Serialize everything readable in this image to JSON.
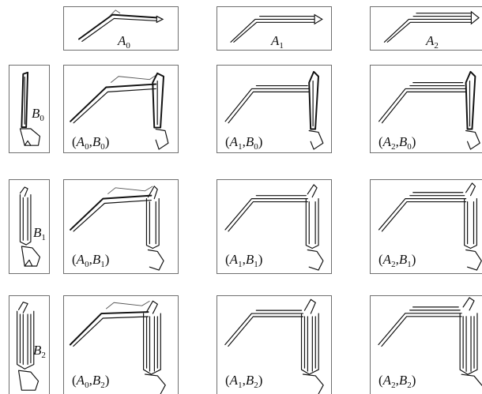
{
  "boom_labels": {
    "a0": {
      "letter": "A",
      "sub": "0"
    },
    "a1": {
      "letter": "A",
      "sub": "1"
    },
    "a2": {
      "letter": "A",
      "sub": "2"
    }
  },
  "stick_labels": {
    "b0": {
      "letter": "B",
      "sub": "0"
    },
    "b1": {
      "letter": "B",
      "sub": "1"
    },
    "b2": {
      "letter": "B",
      "sub": "2"
    }
  },
  "combo_labels": {
    "a0b0": {
      "a": "A",
      "as": "0",
      "b": "B",
      "bs": "0"
    },
    "a1b0": {
      "a": "A",
      "as": "1",
      "b": "B",
      "bs": "0"
    },
    "a2b0": {
      "a": "A",
      "as": "2",
      "b": "B",
      "bs": "0"
    },
    "a0b1": {
      "a": "A",
      "as": "0",
      "b": "B",
      "bs": "1"
    },
    "a1b1": {
      "a": "A",
      "as": "1",
      "b": "B",
      "bs": "1"
    },
    "a2b1": {
      "a": "A",
      "as": "2",
      "b": "B",
      "bs": "1"
    },
    "a0b2": {
      "a": "A",
      "as": "0",
      "b": "B",
      "bs": "2"
    },
    "a1b2": {
      "a": "A",
      "as": "1",
      "b": "B",
      "bs": "2"
    },
    "a2b2": {
      "a": "A",
      "as": "2",
      "b": "B",
      "bs": "2"
    }
  }
}
